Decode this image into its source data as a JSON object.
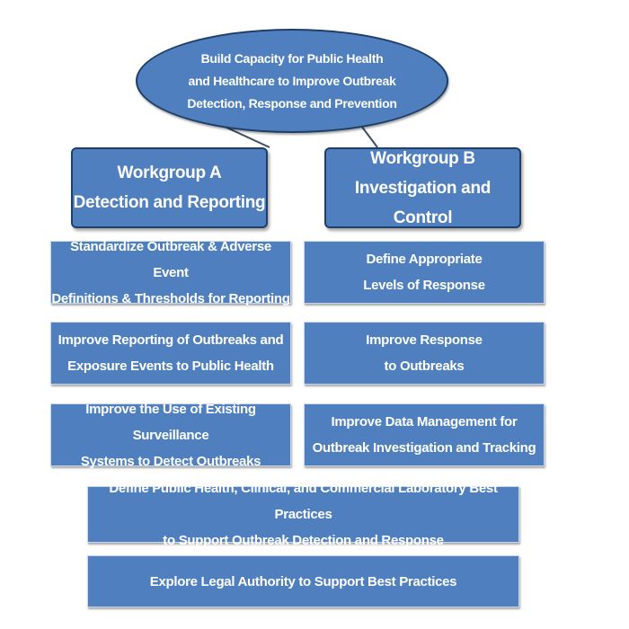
{
  "goal": {
    "text": "Build Capacity for Public Health\nand Healthcare to Improve Outbreak\nDetection, Response and Prevention"
  },
  "workgroups": {
    "a": {
      "title": "Workgroup A\nDetection and Reporting"
    },
    "b": {
      "title": "Workgroup B\nInvestigation and Control"
    }
  },
  "workgroup_a_tasks": [
    "Standardize Outbreak & Adverse Event\nDefinitions &  Thresholds for Reporting",
    "Improve Reporting of Outbreaks and\nExposure Events to Public Health",
    "Improve the Use of Existing Surveillance\nSystems to Detect Outbreaks"
  ],
  "workgroup_b_tasks": [
    "Define Appropriate\nLevels of Response",
    "Improve Response\nto Outbreaks",
    "Improve Data Management for\nOutbreak Investigation and Tracking"
  ],
  "shared_tasks": [
    "Define Public Health, Clinical,  and Commercial Laboratory Best Practices\nto Support Outbreak Detection and Response",
    "Explore Legal Authority to Support Best Practices"
  ],
  "colors": {
    "box_fill": "#4f7fbe",
    "box_border_dark": "#1f3f66",
    "text": "#ffffff",
    "connector": "#3d4f63"
  }
}
